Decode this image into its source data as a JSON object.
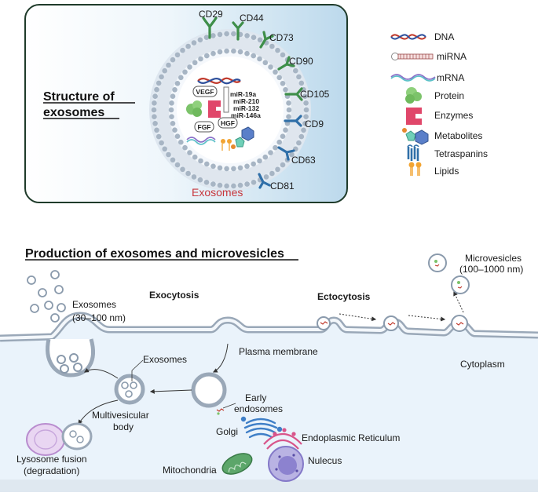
{
  "structure": {
    "title_line1": "Structure of",
    "title_line2": "exosomes",
    "vesicle_label": "Exosomes",
    "cargo": {
      "vegf": "VEGF",
      "fgf": "FGF",
      "hgf": "HGF",
      "mirnas": [
        "miR-19a",
        "miR-210",
        "miR-132",
        "miR-146a"
      ]
    },
    "markers": [
      "CD29",
      "CD44",
      "CD73",
      "CD90",
      "CD105",
      "CD9",
      "CD63",
      "CD81"
    ]
  },
  "legend": {
    "items": [
      {
        "icon": "dna-icon",
        "label": "DNA"
      },
      {
        "icon": "mirna-icon",
        "label": "miRNA"
      },
      {
        "icon": "mrna-icon",
        "label": "mRNA"
      },
      {
        "icon": "protein-icon",
        "label": "Protein"
      },
      {
        "icon": "enzyme-icon",
        "label": "Enzymes"
      },
      {
        "icon": "metabolite-icon",
        "label": "Metabolites"
      },
      {
        "icon": "tetraspanin-icon",
        "label": "Tetraspanins"
      },
      {
        "icon": "lipid-icon",
        "label": "Lipids"
      }
    ]
  },
  "production": {
    "title": "Production of exosomes and microvesicles",
    "exocytosis": "Exocytosis",
    "ectocytosis": "Ectocytosis",
    "exosomes_size_line1": "Exosomes",
    "exosomes_size_line2": "(30–100 nm)",
    "microvesicles_line1": "Microvesicles",
    "microvesicles_line2": "(100–1000 nm)",
    "plasma_membrane": "Plasma membrane",
    "cytoplasm": "Cytoplasm",
    "exosomes_inner": "Exosomes",
    "mvb_line1": "Multivesicular",
    "mvb_line2": "body",
    "early_line1": "Early",
    "early_line2": "endosomes",
    "lyso_line1": "Lysosome fusion",
    "lyso_line2": "(degradation)",
    "golgi": "Golgi",
    "er": "Endoplasmic Reticulum",
    "nucleus": "Nulecus",
    "mitochondria": "Mitochondria"
  },
  "colors": {
    "panel_border": "#1f3b2a",
    "panel_bg": "#dcecf6",
    "membrane": "#9aa8b8",
    "marker_green": "#3e8f4a",
    "marker_blue": "#2f6fa8",
    "exosomes_red": "#c7363c",
    "cytoplasm_bg": "#eaf3fb"
  }
}
